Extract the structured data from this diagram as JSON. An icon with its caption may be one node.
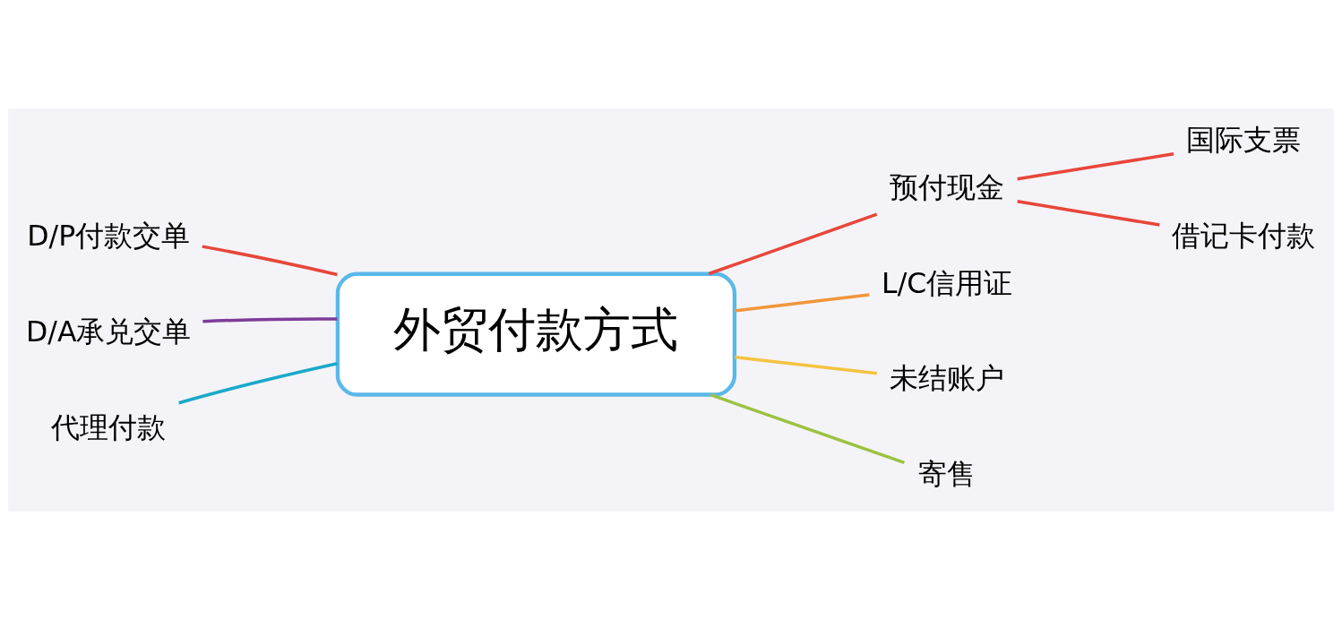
{
  "diagram": {
    "nodes": [
      {
        "text": [
          "外贸付款方式"
        ]
      },
      {
        "text": [
          "预付现金"
        ]
      },
      {
        "text": [
          "国际支票"
        ]
      },
      {
        "text": [
          "借记卡付款"
        ]
      },
      {
        "text": [
          "L/C信用证"
        ]
      },
      {
        "text": [
          "未结账户"
        ]
      },
      {
        "text": [
          "寄售"
        ]
      },
      {
        "text": [
          "D/P付款交单"
        ]
      },
      {
        "text": [
          "D/A承兑交单"
        ]
      },
      {
        "text": [
          "代理付款"
        ]
      }
    ],
    "edges": [
      {
        "from": 0,
        "to": 1,
        "arrow": "none"
      },
      {
        "from": 1,
        "to": 2,
        "arrow": "none"
      },
      {
        "from": 1,
        "to": 3,
        "arrow": "none"
      },
      {
        "from": 0,
        "to": 4,
        "arrow": "none",
        "color": "#f0963c"
      },
      {
        "from": 0,
        "to": 5,
        "arrow": "none",
        "color": "#f5c342"
      },
      {
        "from": 0,
        "to": 6,
        "arrow": "none",
        "color": "#9bc242"
      },
      {
        "from": 0,
        "to": 7,
        "arrow": "none"
      },
      {
        "from": 0,
        "to": 8,
        "arrow": "none",
        "color": "#7d3c98"
      },
      {
        "from": 0,
        "to": 9,
        "arrow": "none",
        "color": "#1aa9c9"
      }
    ]
  }
}
